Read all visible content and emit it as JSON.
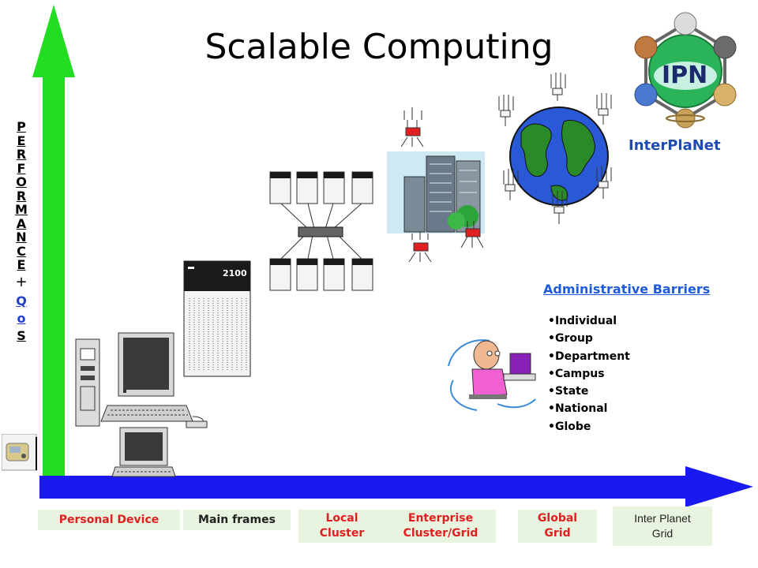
{
  "slide": {
    "title": "Scalable Computing",
    "y_axis_label": [
      "P",
      "E",
      "R",
      "F",
      "O",
      "R",
      "M",
      "A",
      "N",
      "C",
      "E"
    ],
    "plus": "+",
    "qos": [
      "Q",
      "o",
      "S"
    ],
    "mainframe_label": "2100",
    "barriers": {
      "title": "Administrative Barriers",
      "items": [
        "•Individual",
        "•Group",
        "•Department",
        "•Campus",
        "•State",
        "•National",
        "•Globe"
      ]
    },
    "logo": {
      "text_top": "IPN",
      "text_bottom": "InterPlaNet"
    },
    "stages": [
      {
        "label": "Personal Device"
      },
      {
        "label": "Main frames"
      },
      {
        "label": "Local\nCluster"
      },
      {
        "label": "Enterprise\nCluster/Grid"
      },
      {
        "label": "Global\nGrid"
      },
      {
        "label": "Inter Planet\nGrid"
      }
    ],
    "colors": {
      "axis_green": "#22dd22",
      "axis_blue": "#1a1af0",
      "barrier_title": "#1f5bd8",
      "stage_red": "#e02020",
      "stage_bg": "#e8f3e0"
    }
  }
}
